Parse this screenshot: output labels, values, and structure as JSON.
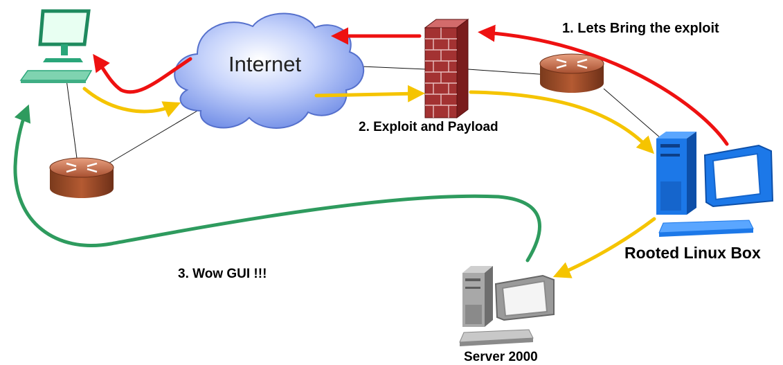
{
  "labels": {
    "internet": "Internet",
    "step1": "1. Lets Bring the exploit",
    "step2": "2. Exploit and Payload",
    "step3": "3. Wow GUI !!!",
    "rooted_linux_box": "Rooted Linux Box",
    "server": "Server 2000"
  },
  "colors": {
    "step1_arrow": "#ee1111",
    "step2_arrow": "#f5c400",
    "step3_arrow": "#2e9b5e",
    "cloud": "#8fa8ee",
    "firewall": "#a33232",
    "router": "#a0522d",
    "workstation": "#2aa67a",
    "linux_box": "#1c78e8",
    "server": "#9a9a9a"
  }
}
